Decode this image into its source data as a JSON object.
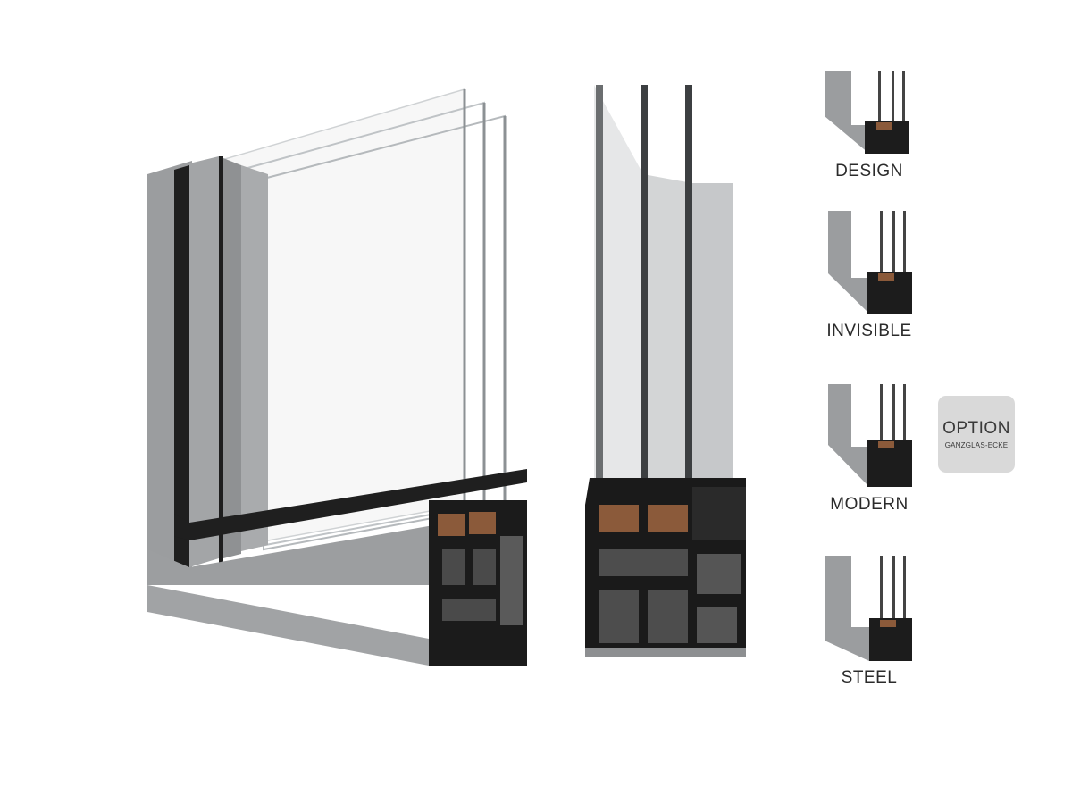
{
  "variants": [
    {
      "label": "DESIGN"
    },
    {
      "label": "INVISIBLE"
    },
    {
      "label": "MODERN"
    },
    {
      "label": "STEEL"
    }
  ],
  "option": {
    "title": "OPTION",
    "subtitle": "GANZGLAS-ECKE"
  },
  "caption": "",
  "colors": {
    "frame_gray": "#9a9c9e",
    "profile_dark": "#1f1f1f",
    "badge_bg": "#d9d9d9",
    "label_text": "#2b2b2b"
  }
}
